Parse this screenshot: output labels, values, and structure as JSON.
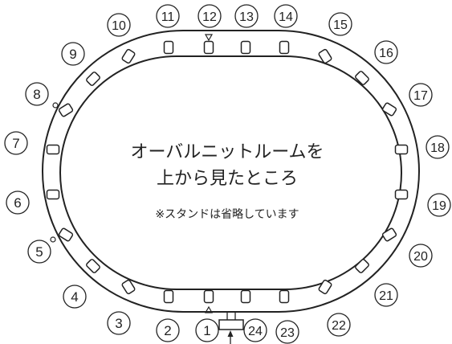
{
  "caption": {
    "line1": "オーバルニットルームを",
    "line2": "上から見たところ",
    "note": "※スタンドは省略しています"
  },
  "seats": [
    {
      "number": "1"
    },
    {
      "number": "2"
    },
    {
      "number": "3"
    },
    {
      "number": "4"
    },
    {
      "number": "5"
    },
    {
      "number": "6"
    },
    {
      "number": "7"
    },
    {
      "number": "8"
    },
    {
      "number": "9"
    },
    {
      "number": "10"
    },
    {
      "number": "11"
    },
    {
      "number": "12"
    },
    {
      "number": "13"
    },
    {
      "number": "14"
    },
    {
      "number": "15"
    },
    {
      "number": "16"
    },
    {
      "number": "17"
    },
    {
      "number": "18"
    },
    {
      "number": "19"
    },
    {
      "number": "20"
    },
    {
      "number": "21"
    },
    {
      "number": "22"
    },
    {
      "number": "23"
    },
    {
      "number": "24"
    }
  ],
  "colors": {
    "line": "#222222",
    "background": "#ffffff"
  }
}
